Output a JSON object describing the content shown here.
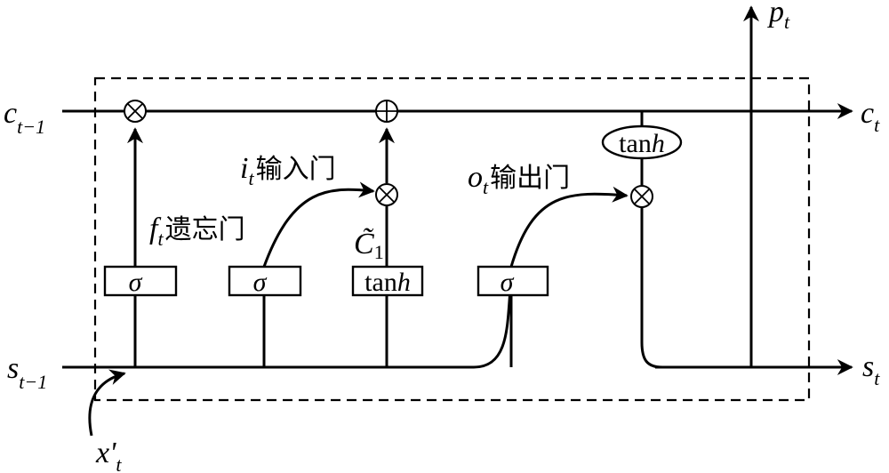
{
  "inputs": {
    "c_prev": {
      "base": "c",
      "sub": "t−1"
    },
    "s_prev": {
      "base": "s",
      "sub": "t−1"
    },
    "x_in": {
      "base": "x'",
      "sub": "t"
    }
  },
  "outputs": {
    "c_out": {
      "base": "c",
      "sub": "t"
    },
    "s_out": {
      "base": "s",
      "sub": "t"
    },
    "p_out": {
      "base": "p",
      "sub": "t"
    }
  },
  "gates": {
    "forget": {
      "var": "f",
      "sub": "t",
      "name": "遗忘门"
    },
    "input": {
      "var": "i",
      "sub": "t",
      "name": "输入门"
    },
    "output": {
      "var": "o",
      "sub": "t",
      "name": "输出门"
    }
  },
  "boxes": {
    "sigma": "σ",
    "tanh_plain": "tan",
    "tanh_italic": "h"
  },
  "candidate": {
    "base": "C̃",
    "sub": "1"
  }
}
